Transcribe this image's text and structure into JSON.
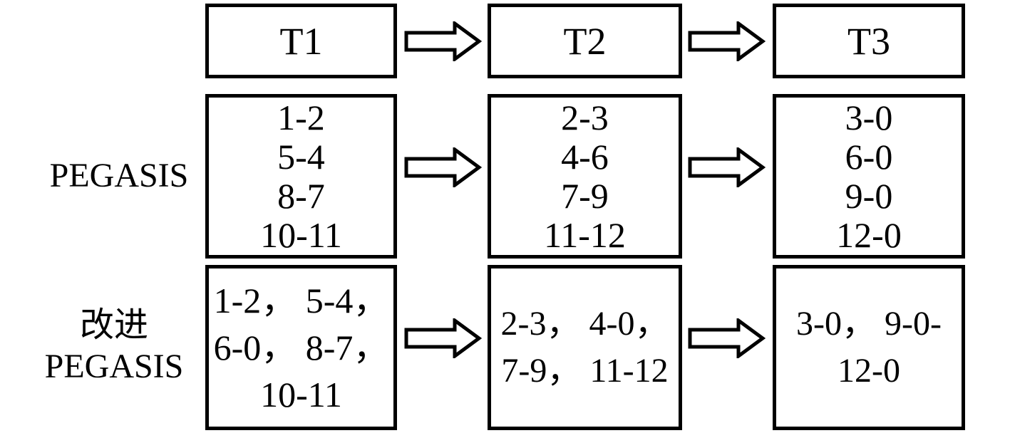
{
  "headers": [
    "T1",
    "T2",
    "T3"
  ],
  "rows": [
    {
      "label_lines": [
        "PEGASIS"
      ],
      "cells": [
        [
          "1-2",
          "5-4",
          "8-7",
          "10-11"
        ],
        [
          "2-3",
          "4-6",
          "7-9",
          "11-12"
        ],
        [
          "3-0",
          "6-0",
          "9-0",
          "12-0"
        ]
      ]
    },
    {
      "label_lines": [
        "改进",
        "PEGASIS"
      ],
      "cells": [
        [
          "1-2， 5-4，",
          "6-0， 8-7，",
          "10-11"
        ],
        [
          "2-3， 4-0，",
          "7-9， 11-12"
        ],
        [
          "3-0， 9-0-",
          "12-0"
        ]
      ]
    }
  ]
}
